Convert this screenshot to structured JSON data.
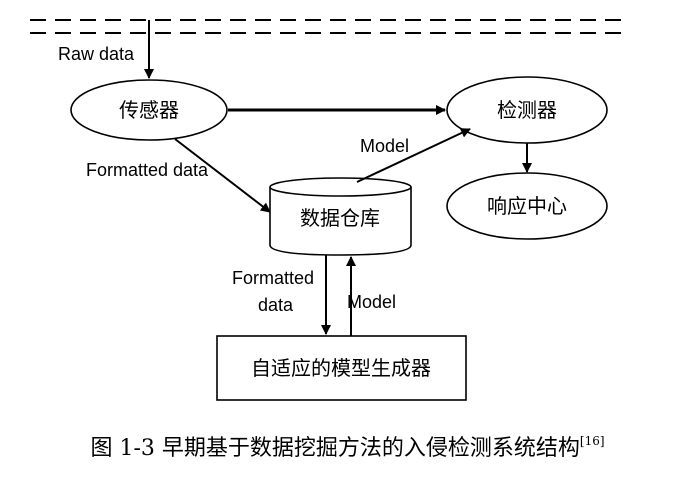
{
  "labels": {
    "raw_data": "Raw data",
    "sensor": "传感器",
    "detector": "检测器",
    "response_center": "响应中心",
    "data_warehouse": "数据仓库",
    "model_generator": "自适应的模型生成器",
    "formatted_data_1": "Formatted data",
    "model_1": "Model",
    "formatted_data_2_line1": "Formatted",
    "formatted_data_2_line2": "data",
    "model_2": "Model"
  },
  "caption": {
    "text": "图 1-3  早期基于数据挖掘方法的入侵检测系统结构",
    "ref": "[16]"
  }
}
